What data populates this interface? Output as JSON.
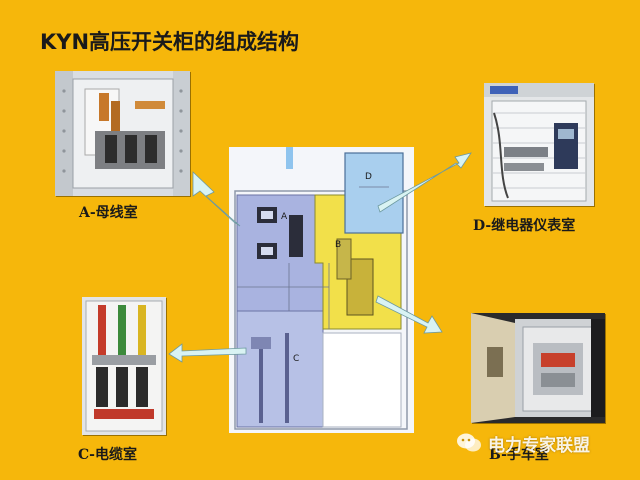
{
  "title": "KYN高压开关柜的组成结构",
  "captions": {
    "a": "A-母线室",
    "d": "D-继电器仪表室",
    "c": "C-电缆室",
    "b": "B-手车室"
  },
  "diagram_labels": {
    "a": "A",
    "b": "B",
    "c": "C",
    "d": "D"
  },
  "watermark": "电力专家联盟",
  "colors": {
    "background": "#f6b70b",
    "compartment_busbar": "#a9b3e0",
    "compartment_trolley": "#f2e04a",
    "compartment_relay": "#a9cfee",
    "arrow": "#d9f3f3"
  }
}
